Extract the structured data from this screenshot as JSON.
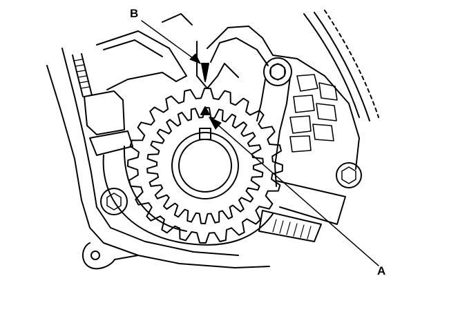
{
  "callouts": {
    "a": "A",
    "b": "B"
  },
  "colors": {
    "line": "#000000",
    "background": "#ffffff"
  },
  "gear": {
    "outer_teeth": 24,
    "inner_teeth": 26
  }
}
